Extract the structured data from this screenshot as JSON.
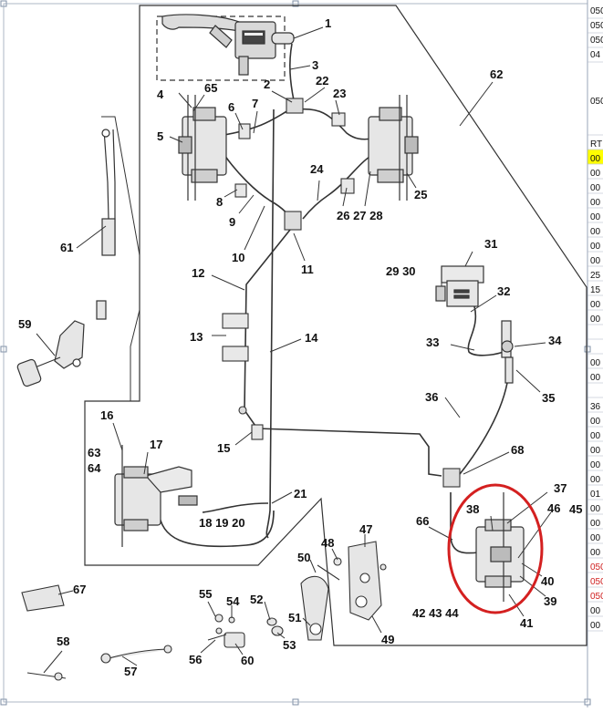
{
  "callouts": {
    "n1": "1",
    "n2": "2",
    "n3": "3",
    "n4": "4",
    "n5": "5",
    "n6": "6",
    "n7": "7",
    "n8": "8",
    "n9": "9",
    "n10": "10",
    "n11": "11",
    "n12": "12",
    "n13": "13",
    "n14": "14",
    "n15": "15",
    "n16": "16",
    "n17": "17",
    "n18_19_20": "18 19 20",
    "n21": "21",
    "n22": "22",
    "n23": "23",
    "n24": "24",
    "n25": "25",
    "n26_27_28": "26 27 28",
    "n29_30": "29 30",
    "n31": "31",
    "n32": "32",
    "n33": "33",
    "n34": "34",
    "n35": "35",
    "n36": "36",
    "n37": "37",
    "n38": "38",
    "n39": "39",
    "n40": "40",
    "n41": "41",
    "n42_43_44": "42 43 44",
    "n45": "45",
    "n46": "46",
    "n47": "47",
    "n48": "48",
    "n49": "49",
    "n50": "50",
    "n51": "51",
    "n52": "52",
    "n53": "53",
    "n54": "54",
    "n55": "55",
    "n56": "56",
    "n57": "57",
    "n58": "58",
    "n59": "59",
    "n60": "60",
    "n61": "61",
    "n62": "62",
    "n63": "63",
    "n64": "64",
    "n65": "65",
    "n66": "66",
    "n67": "67",
    "n68": "68"
  },
  "side_column": {
    "r1": "050",
    "r2": "050",
    "r3": "050",
    "r4": "04",
    "r5": "050",
    "r6": "RT",
    "r7": "00",
    "r8": "00",
    "r9": "00",
    "r10": "00",
    "r11": "00",
    "r12": "00",
    "r13": "00",
    "r14": "00",
    "r15": "25",
    "r16": "15",
    "r17": "00",
    "r18": "00",
    "r19": "00",
    "r20": "00",
    "r21": "36",
    "r22": "00",
    "r23": "00",
    "r24": "00",
    "r25": "00",
    "r26": "00",
    "r27": "01",
    "r28": "00",
    "r29": "00",
    "r30": "00",
    "r31": "00",
    "r32": "050",
    "r33": "050",
    "r34": "050",
    "r35": "00",
    "r36": "00"
  },
  "colors": {
    "line": "#333333",
    "highlight_circle": "#d42020",
    "yellow_row": "#ffff00",
    "red_text": "#d02020",
    "grid": "#9aa6b8"
  }
}
